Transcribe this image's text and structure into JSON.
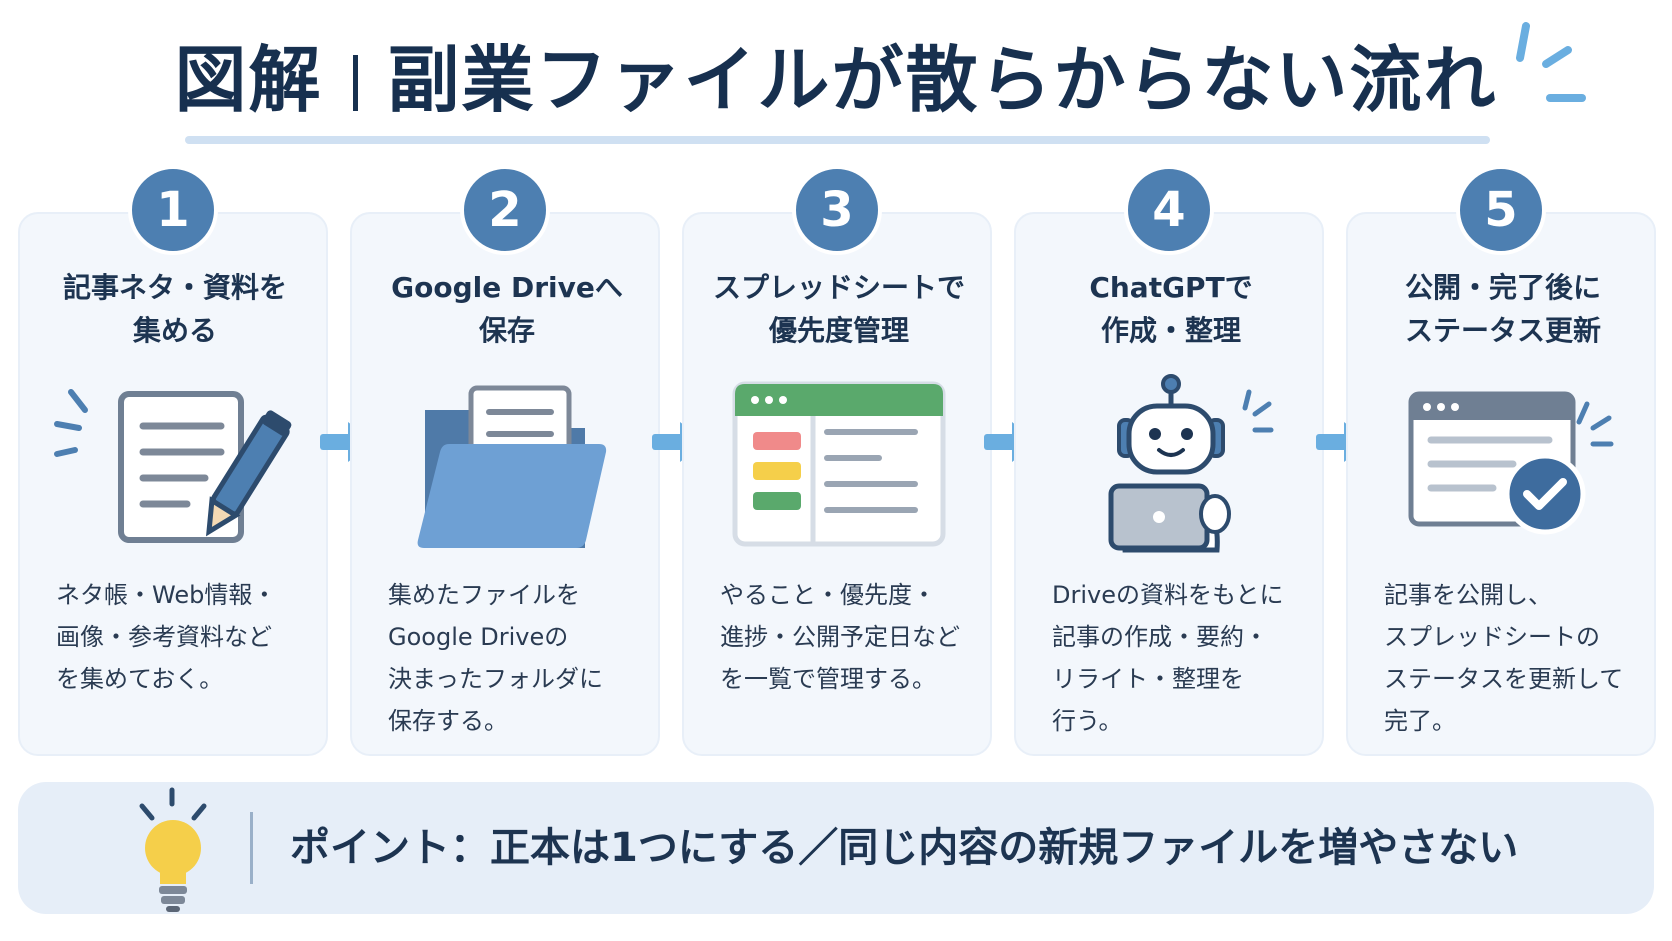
{
  "title": {
    "main": "図解",
    "sub": "副業ファイルが散らからない流れ"
  },
  "steps": [
    {
      "number": "1",
      "title": "記事ネタ・資料を\n集める",
      "desc": "ネタ帳・Web情報・\n画像・参考資料など\nを集めておく。",
      "icon": "document-pen-icon"
    },
    {
      "number": "2",
      "title": "Google Driveへ\n保存",
      "desc": "集めたファイルを\nGoogle Driveの\n決まったフォルダに\n保存する。",
      "icon": "folder-icon"
    },
    {
      "number": "3",
      "title": "スプレッドシートで\n優先度管理",
      "desc": "やること・優先度・\n進捗・公開予定日など\nを一覧で管理する。",
      "icon": "spreadsheet-icon"
    },
    {
      "number": "4",
      "title": "ChatGPTで\n作成・整理",
      "desc": "Driveの資料をもとに\n記事の作成・要約・\nリライト・整理を\n行う。",
      "icon": "robot-laptop-icon"
    },
    {
      "number": "5",
      "title": "公開・完了後に\nステータス更新",
      "desc": "記事を公開し、\nスプレッドシートの\nステータスを更新して\n完了。",
      "icon": "browser-check-icon"
    }
  ],
  "point": {
    "text": "ポイント：正本は1つにする／同じ内容の新規ファイルを増やさない",
    "icon": "lightbulb-icon"
  },
  "colors": {
    "accent": "#4d7fb1",
    "arrow": "#6aaee0",
    "card": "#f3f7fc",
    "text": "#1d3451",
    "green": "#5aa96c",
    "red": "#f08a8a",
    "yellow": "#f5cf4a"
  }
}
